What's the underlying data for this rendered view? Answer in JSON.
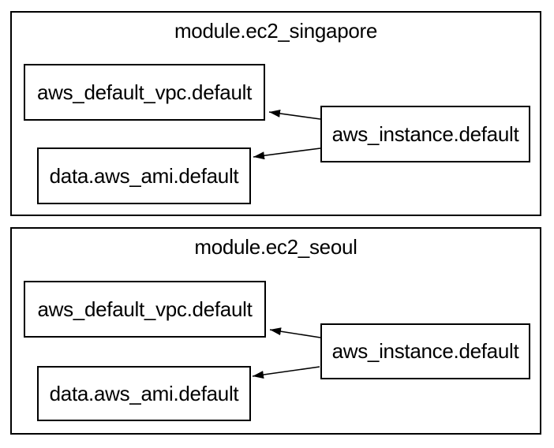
{
  "diagram": {
    "type": "dependency-graph",
    "background_color": "#ffffff",
    "line_color": "#000000",
    "text_color": "#000000",
    "modules": [
      {
        "title": "module.ec2_singapore",
        "nodes": [
          {
            "label": "aws_default_vpc.default"
          },
          {
            "label": "data.aws_ami.default"
          },
          {
            "label": "aws_instance.default"
          }
        ],
        "edges": [
          {
            "from": "aws_instance.default",
            "to": "aws_default_vpc.default"
          },
          {
            "from": "aws_instance.default",
            "to": "data.aws_ami.default"
          }
        ]
      },
      {
        "title": "module.ec2_seoul",
        "nodes": [
          {
            "label": "aws_default_vpc.default"
          },
          {
            "label": "data.aws_ami.default"
          },
          {
            "label": "aws_instance.default"
          }
        ],
        "edges": [
          {
            "from": "aws_instance.default",
            "to": "aws_default_vpc.default"
          },
          {
            "from": "aws_instance.default",
            "to": "data.aws_ami.default"
          }
        ]
      }
    ]
  }
}
